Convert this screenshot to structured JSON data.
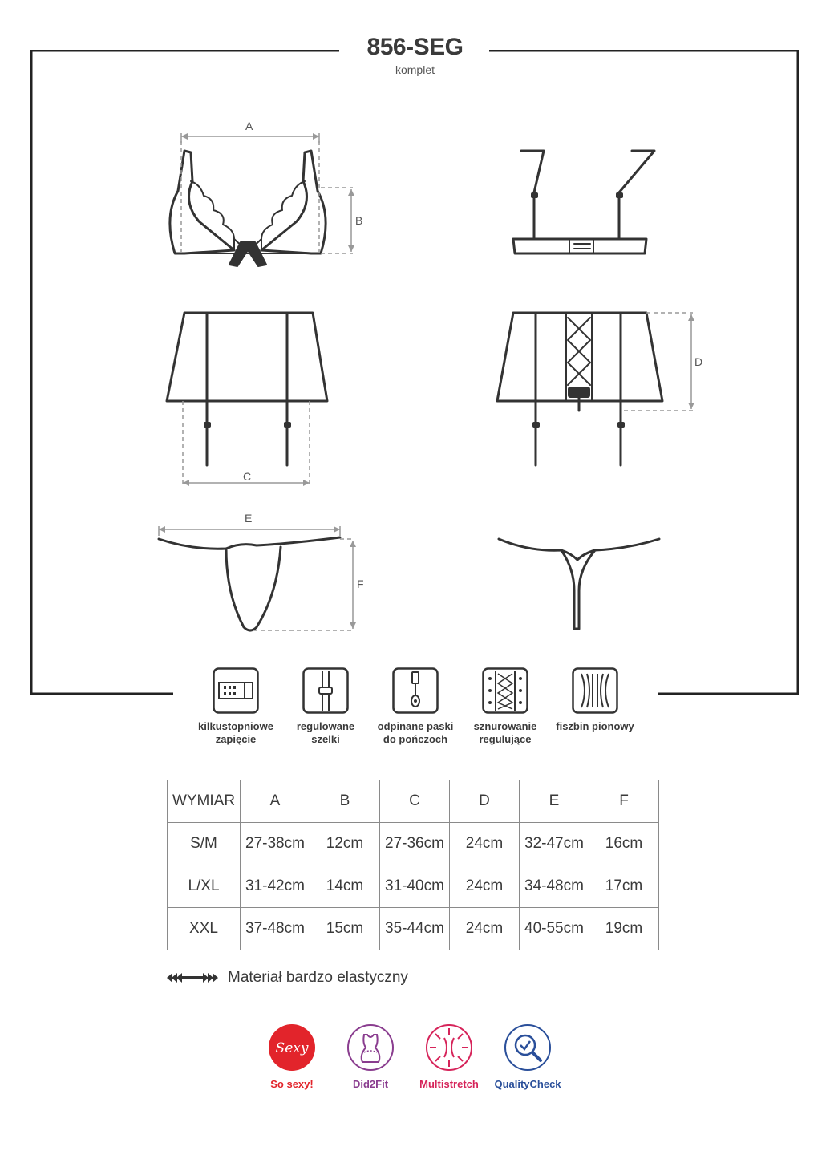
{
  "header": {
    "title": "856-SEG",
    "subtitle": "komplet"
  },
  "dimensions": {
    "a": "A",
    "b": "B",
    "c": "C",
    "d": "D",
    "e": "E",
    "f": "F"
  },
  "features": [
    {
      "icon": "multi-step-clasp-icon",
      "label": "kilkustopniowe zapięcie"
    },
    {
      "icon": "adjustable-straps-icon",
      "label": "regulowane szelki"
    },
    {
      "icon": "detachable-garter-straps-icon",
      "label": "odpinane paski do pończoch"
    },
    {
      "icon": "adjustable-lacing-icon",
      "label": "sznurowanie regulujące"
    },
    {
      "icon": "vertical-boning-icon",
      "label": "fiszbin pionowy"
    }
  ],
  "size_table": {
    "header": [
      "WYMIAR",
      "A",
      "B",
      "C",
      "D",
      "E",
      "F"
    ],
    "rows": [
      [
        "S/M",
        "27-38cm",
        "12cm",
        "27-36cm",
        "24cm",
        "32-47cm",
        "16cm"
      ],
      [
        "L/XL",
        "31-42cm",
        "14cm",
        "31-40cm",
        "24cm",
        "34-48cm",
        "17cm"
      ],
      [
        "XXL",
        "37-48cm",
        "15cm",
        "35-44cm",
        "24cm",
        "40-55cm",
        "19cm"
      ]
    ]
  },
  "elastic_note": {
    "icon": "stretch-arrows-icon",
    "text": "Materiał bardzo elastyczny"
  },
  "badges": [
    {
      "icon": "so-sexy-icon",
      "label": "So sexy!",
      "icon_text": "Sexy",
      "color": "#e2242b"
    },
    {
      "icon": "did2fit-icon",
      "label": "Did2Fit",
      "color": "#8a3d8f"
    },
    {
      "icon": "multistretch-icon",
      "label": "Multistretch",
      "color": "#d6245a"
    },
    {
      "icon": "quality-check-icon",
      "label": "QualityCheck",
      "color": "#2a4f9a"
    }
  ]
}
